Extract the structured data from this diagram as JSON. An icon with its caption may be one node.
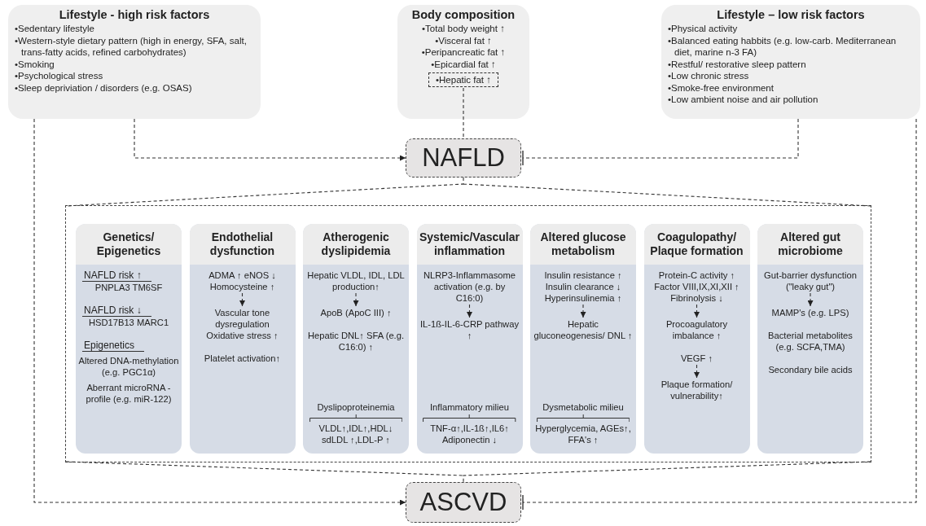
{
  "diagram": {
    "nodes": [
      {
        "text": [
          "Lifestyle - high risk factors",
          "•Sedentary lifestyle",
          "•Western-style dietary pattern (high in energy, SFA, salt, trans-fatty acids, refined carbohydrates)",
          "•Smoking",
          "•Psychological stress",
          "•Sleep depriviation / disorders (e.g. OSAS)"
        ]
      },
      {
        "text": [
          "Body composition",
          "•Total body weight ↑",
          "•Visceral fat ↑",
          "•Peripancreatic fat ↑",
          "•Epicardial fat ↑"
        ]
      },
      {
        "text": [
          "•Hepatic fat ↑"
        ],
        "in": 1
      },
      {
        "text": [
          "Lifestyle – low risk factors",
          "•Physical activity",
          "•Balanced eating habbits (e.g. low-carb. Mediterranean diet, marine n-3 FA)",
          "•Restful/ restorative sleep pattern",
          "•Low chronic stress",
          "•Smoke-free environment",
          "•Low ambient noise and air pollution"
        ]
      },
      {
        "text": [
          "NAFLD"
        ]
      },
      {
        "text": [],
        "shape": "box"
      },
      {
        "text": [
          "Genetics/ Epigenetics",
          "NAFLD risk ↑",
          "PNPLA3 TM6SF",
          "NAFLD risk ↓",
          "HSD17B13 MARC1",
          "Epigenetics",
          "Altered DNA-methylation (e.g. PGC1α)",
          "Aberrant microRNA -profile (e.g. miR-122)"
        ],
        "in": 5
      },
      {
        "text": [
          "Endothelial dysfunction",
          "Oxidative stress ↑",
          "Platelet activation↑"
        ],
        "in": 5
      },
      {
        "text": [
          "ADMA ↑ eNOS ↓ Homocysteine ↑"
        ],
        "in": 7
      },
      {
        "text": [
          "Vascular tone dysregulation"
        ],
        "in": 7
      },
      {
        "text": [
          "Atherogenic dyslipidemia",
          "Hepatic DNL↑ SFA (e.g. C16:0) ↑",
          "Dyslipoproteinemia",
          "VLDL↑,IDL↑,HDL↓ sdLDL ↑,LDL-P ↑"
        ],
        "in": 5
      },
      {
        "text": [
          "Hepatic VLDL, IDL, LDL production↑"
        ],
        "in": 10
      },
      {
        "text": [
          "ApoB (ApoC III) ↑"
        ],
        "in": 10
      },
      {
        "text": [
          "Systemic/Vascular inflammation",
          "Inflammatory milieu",
          "TNF-α↑,IL-1ß↑,IL6↑ Adiponectin ↓"
        ],
        "in": 5
      },
      {
        "text": [
          "NLRP3-Inflammasome activation (e.g. by C16:0)"
        ],
        "in": 13
      },
      {
        "text": [
          "IL-1ß-IL-6-CRP pathway ↑"
        ],
        "in": 13
      },
      {
        "text": [
          "Altered glucose metabolism",
          "Dysmetabolic milieu",
          "Hyperglycemia, AGEs↑, FFA's ↑"
        ],
        "in": 5
      },
      {
        "text": [
          "Insulin resistance ↑ Insulin clearance ↓ Hyperinsulinemia ↑"
        ],
        "in": 16
      },
      {
        "text": [
          "Hepatic gluconeogenesis/ DNL ↑"
        ],
        "in": 16
      },
      {
        "text": [
          "Coagulopathy/ Plaque formation"
        ],
        "in": 5
      },
      {
        "text": [
          "Protein-C activity ↑ Factor VIII,IX,XI,XII ↑ Fibrinolysis ↓"
        ],
        "in": 19
      },
      {
        "text": [
          "Procoagulatory imbalance ↑"
        ],
        "in": 19
      },
      {
        "text": [
          "VEGF ↑"
        ],
        "in": 19
      },
      {
        "text": [
          "Plaque formation/ vulnerability↑"
        ],
        "in": 19
      },
      {
        "text": [
          "Altered gut microbiome",
          "Bacterial metabolites (e.g. SCFA,TMA)",
          "Secondary bile acids"
        ],
        "in": 5
      },
      {
        "text": [
          "Gut-barrier dysfunction (\"leaky gut\")"
        ],
        "in": 24
      },
      {
        "text": [
          "MAMP's (e.g. LPS)"
        ],
        "in": 24
      },
      {
        "text": [
          "ASCVD"
        ]
      }
    ],
    "edges": [
      {
        "from": 0,
        "to": 4,
        "arrow": "to",
        "style": "dashed"
      },
      {
        "from": 0,
        "to": 27,
        "arrow": "to",
        "style": "dashed"
      },
      {
        "from": 2,
        "to": 4,
        "arrow": "none",
        "style": "dashed"
      },
      {
        "from": 3,
        "to": 4,
        "arrow": "other",
        "style": "dashed"
      },
      {
        "from": 3,
        "to": 27,
        "arrow": "other",
        "style": "dashed"
      },
      {
        "from": 4,
        "to": 5,
        "arrow": "none",
        "style": "dashed"
      },
      {
        "from": 5,
        "to": 27,
        "arrow": "none",
        "style": "dashed"
      },
      {
        "from": 8,
        "to": 9,
        "arrow": "to",
        "style": "dashed"
      },
      {
        "from": 11,
        "to": 12,
        "arrow": "to",
        "style": "dashed"
      },
      {
        "from": 14,
        "to": 15,
        "arrow": "to",
        "style": "dashed"
      },
      {
        "from": 17,
        "to": 18,
        "arrow": "to",
        "style": "dashed"
      },
      {
        "from": 20,
        "to": 21,
        "arrow": "to",
        "style": "dashed"
      },
      {
        "from": 22,
        "to": 23,
        "arrow": "to",
        "style": "dashed"
      },
      {
        "from": 25,
        "to": 26,
        "arrow": "to",
        "style": "dashed"
      }
    ]
  }
}
